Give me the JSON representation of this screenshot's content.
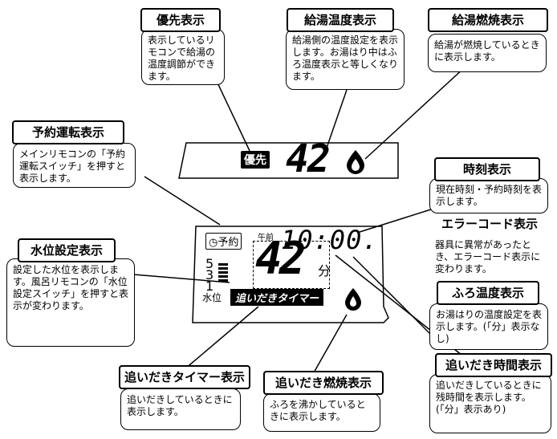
{
  "callouts": {
    "yuusen": {
      "title": "優先表示",
      "text": "表示しているリモコンで給湯の温度調節ができます。"
    },
    "kyuto_ondo": {
      "title": "給湯温度表示",
      "text": "給湯側の温度設定を表示します。お湯はり中はふろ温度表示と等しくなります。"
    },
    "kyuto_nensho": {
      "title": "給湯燃焼表示",
      "text": "給湯が燃焼しているときに表示します。"
    },
    "yoyaku": {
      "title": "予約運転表示",
      "text": "メインリモコンの「予約運転スイッチ」を押すと表示します。"
    },
    "jikoku": {
      "title": "時刻表示",
      "text": "現在時刻・予約時刻を表示します。"
    },
    "error": {
      "title": "エラーコード表示",
      "text": "器具に異常があったとき、エラーコード表示に変わります。"
    },
    "suii": {
      "title": "水位設定表示",
      "text": "設定した水位を表示します。風呂リモコンの「水位設定スイッチ」を押すと表示が変わります。"
    },
    "furo_ondo": {
      "title": "ふろ温度表示",
      "text": "お湯はりの温度設定を表示します。(「分」表示なし)"
    },
    "oidaki_jikan": {
      "title": "追いだき時間表示",
      "text": "追いだきしているときに残時間を表示します。(「分」表示あり)"
    },
    "oidaki_timer": {
      "title": "追いだきタイマー表示",
      "text": "追いだきしているときに表示します。"
    },
    "oidaki_nensho": {
      "title": "追いだき燃焼表示",
      "text": "ふろを沸かしているときに表示します。"
    }
  },
  "display_top": {
    "badge": "優先",
    "temp": "42"
  },
  "display_bottom": {
    "yoyaku": "予約",
    "ampm": "午前",
    "time": "10:00.",
    "levels": [
      "5",
      "3",
      "1"
    ],
    "level_label": "水位",
    "temp": "42",
    "unit": "分",
    "timer": "追いだきタイマー"
  }
}
